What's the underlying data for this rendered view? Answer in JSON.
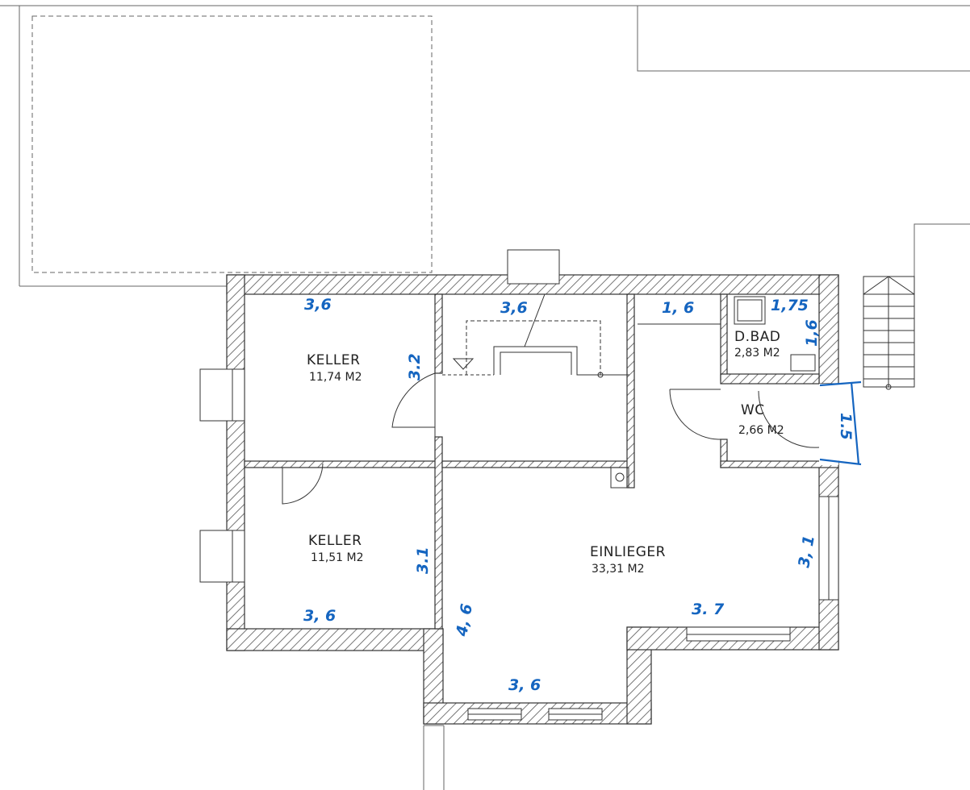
{
  "colors": {
    "wall_line": "#333333",
    "hatch": "#555555",
    "ink": "#1565c0",
    "paper": "#ffffff"
  },
  "rooms": {
    "keller_1": {
      "name": "KELLER",
      "area": "11,74 M2"
    },
    "keller_2": {
      "name": "KELLER",
      "area": "11,51 M2"
    },
    "einlieger": {
      "name": "EINLIEGER",
      "area": "33,31 M2"
    },
    "d_bad": {
      "name": "D.BAD",
      "area": "2,83 M2"
    },
    "wc": {
      "name": "WC",
      "area": "2,66 M2"
    }
  },
  "measurements": {
    "keller1_width": "3,6",
    "keller1_depth": "3.2",
    "stair_width": "3,6",
    "hall_width": "1, 6",
    "bad_width": "1,75",
    "bad_depth": "1,6",
    "wc_depth": "1.5",
    "keller2_depth": "3.1",
    "keller2_width": "3, 6",
    "einlieger_left": "4, 6",
    "einlieger_right": "3, 1",
    "einlieger_width": "3. 7",
    "einlieger_bottom": "3, 6"
  }
}
